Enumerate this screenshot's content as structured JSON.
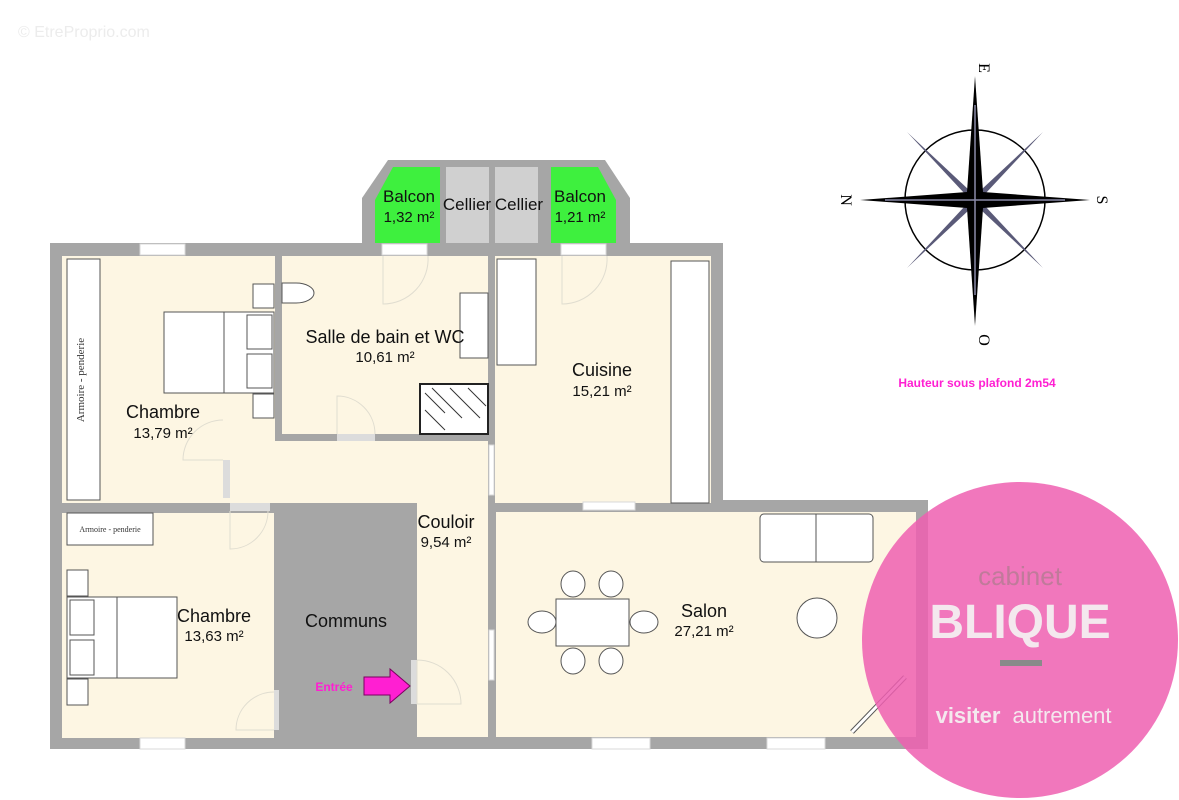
{
  "watermark": "© EtreProprio.com",
  "ceiling_height": "Hauteur sous plafond 2m54",
  "compass": {
    "north": "N",
    "east": "E",
    "south": "S",
    "west": "O"
  },
  "rooms": {
    "balcon_left": {
      "name": "Balcon",
      "area": "1,32 m²"
    },
    "cellier_left": {
      "name": "Cellier"
    },
    "cellier_right": {
      "name": "Cellier"
    },
    "balcon_right": {
      "name": "Balcon",
      "area": "1,21 m²"
    },
    "chambre_top": {
      "name": "Chambre",
      "area": "13,79 m²"
    },
    "salle_de_bain": {
      "name": "Salle de bain et WC",
      "area": "10,61 m²"
    },
    "cuisine": {
      "name": "Cuisine",
      "area": "15,21 m²"
    },
    "couloir": {
      "name": "Couloir",
      "area": "9,54 m²"
    },
    "chambre_bottom": {
      "name": "Chambre",
      "area": "13,63 m²"
    },
    "communs": {
      "name": "Communs"
    },
    "salon": {
      "name": "Salon",
      "area": "27,21 m²"
    }
  },
  "furniture": {
    "armoire_top": "Armoire  -  penderie",
    "armoire_bottom": "Armoire - penderie"
  },
  "entrance": {
    "label": "Entrée"
  },
  "logo": {
    "top": "cabinet",
    "brand": "BLIQUE",
    "tagline_bold": "visiter",
    "tagline_light": "autrement"
  },
  "colors": {
    "floor": "#fdf6e3",
    "wall": "#a6a6a6",
    "balcony": "#3ef03e",
    "cellier": "#d0d0d0",
    "communs": "#a6a6a6",
    "accent": "#ff1fd2",
    "logo_bg": "#ef5fb0"
  }
}
